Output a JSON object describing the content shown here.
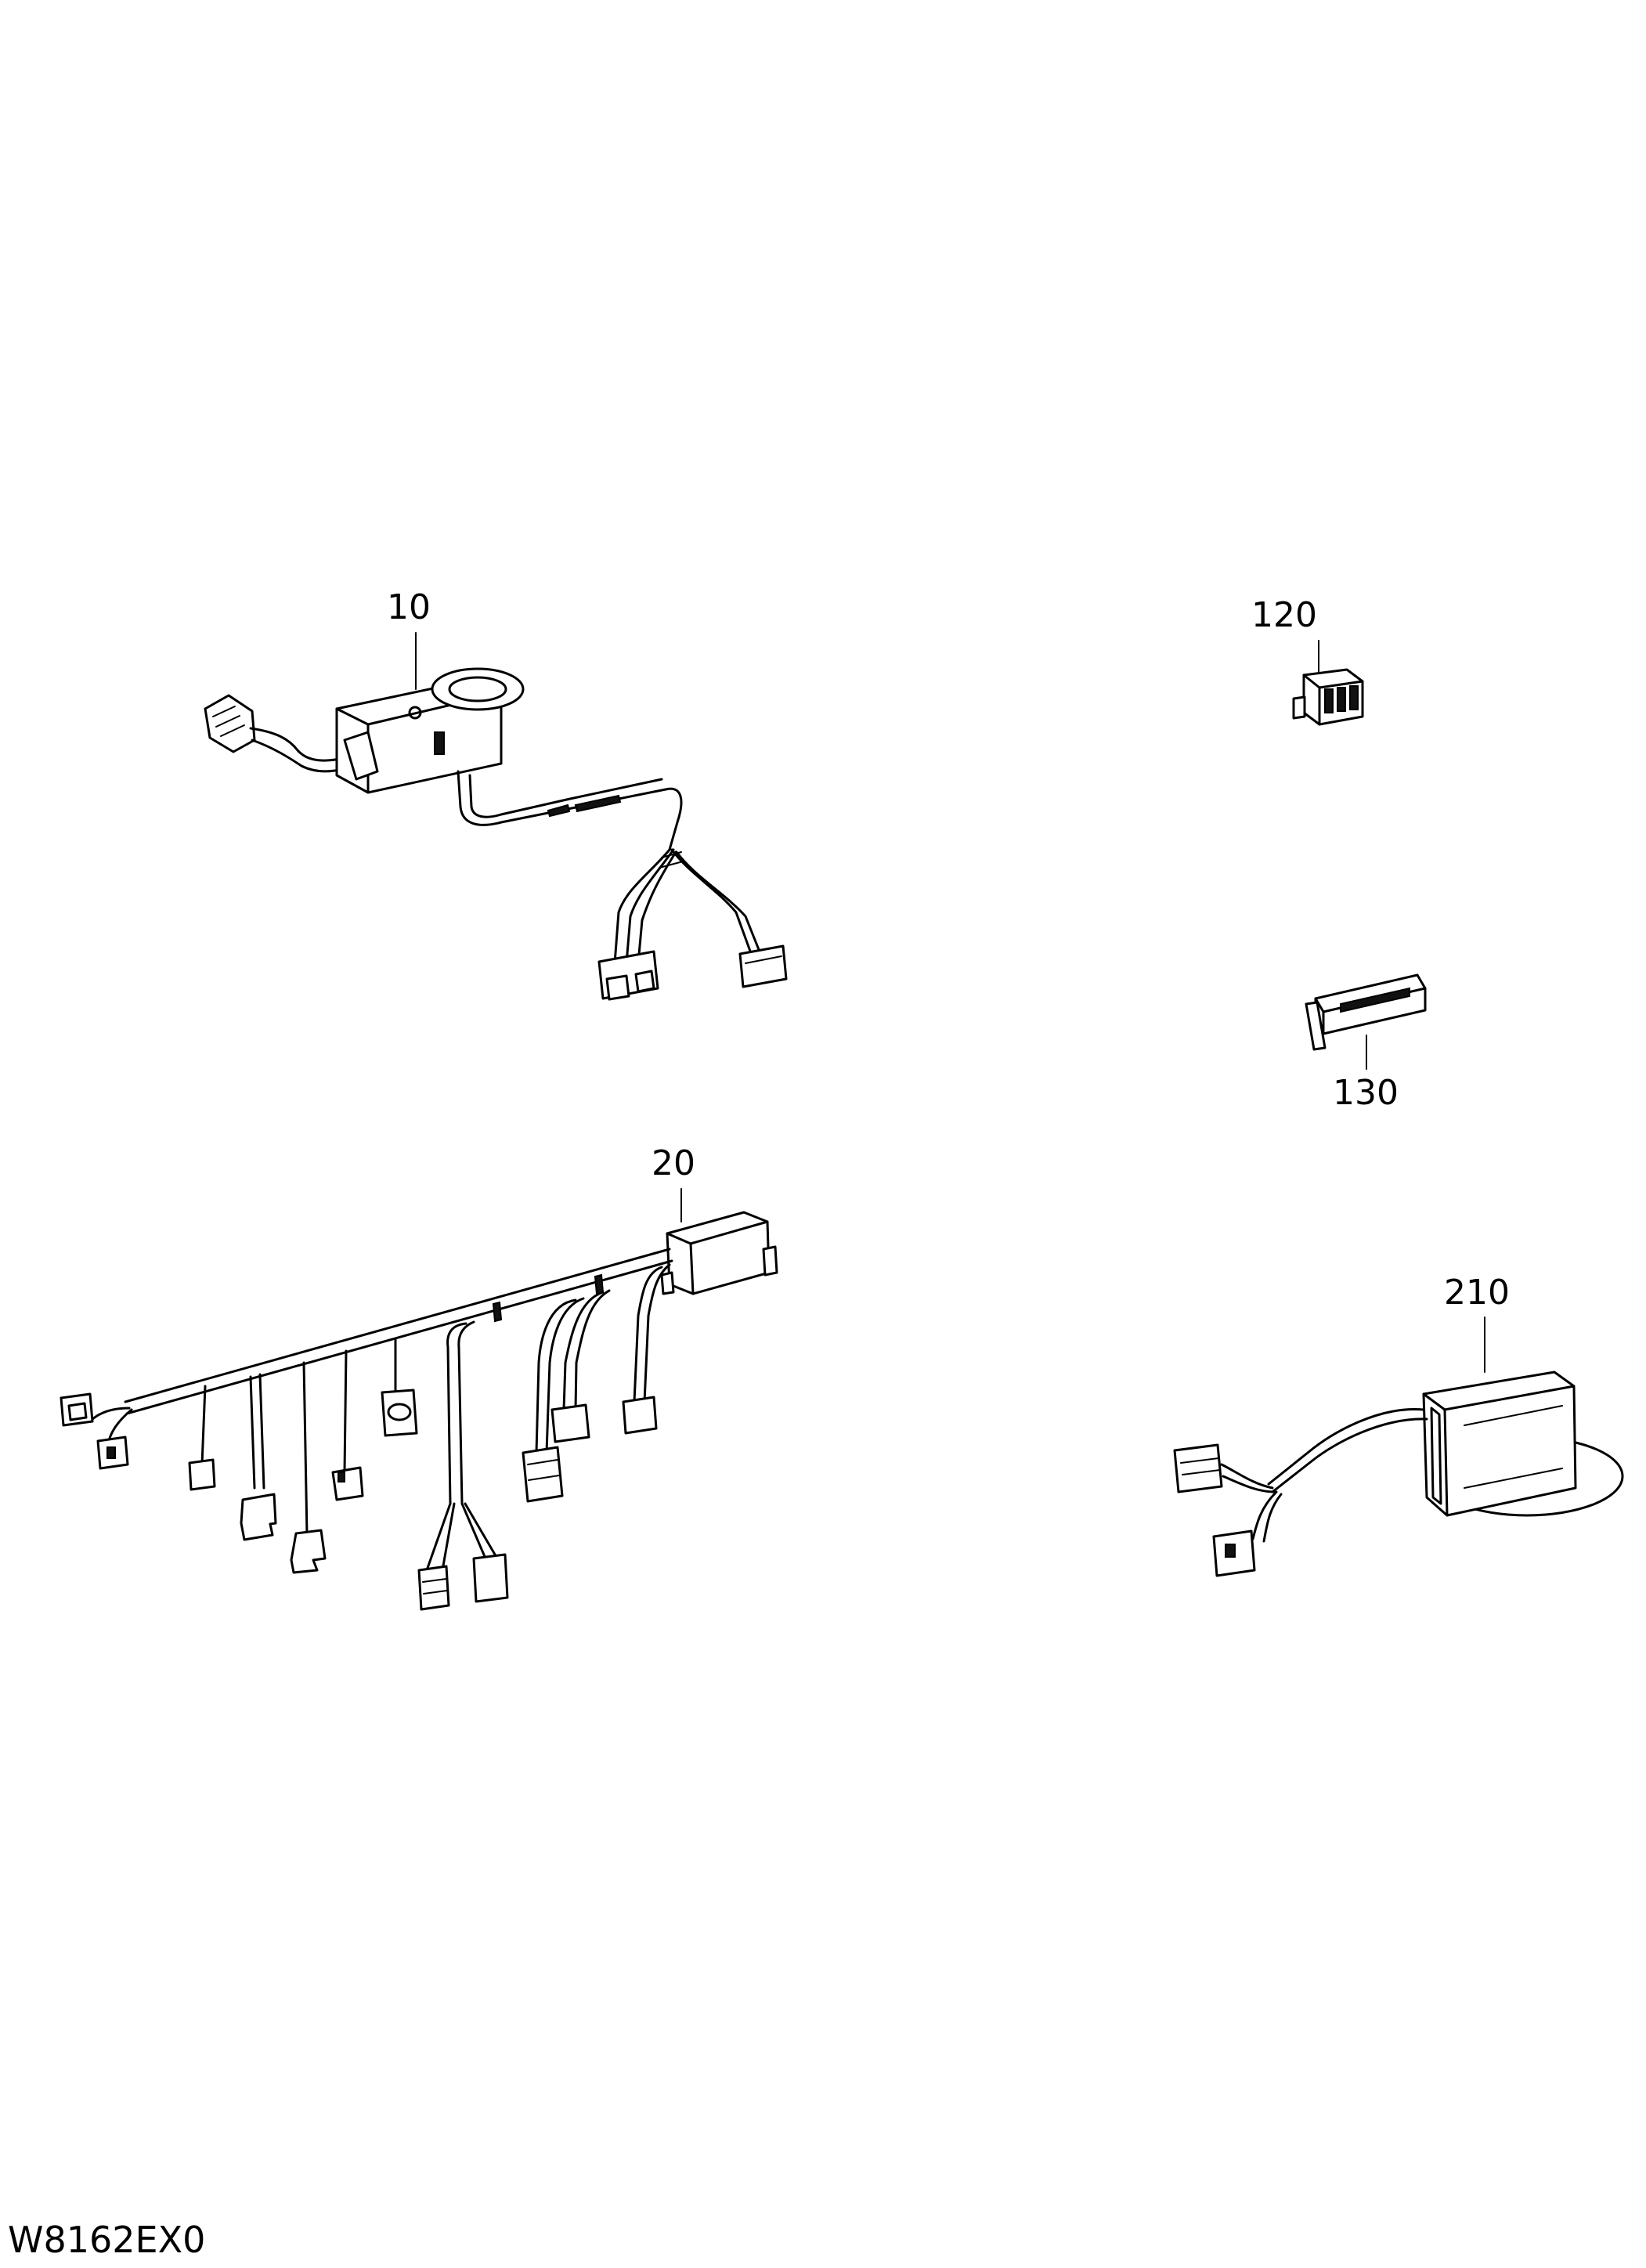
{
  "parts": [
    {
      "id": "p10",
      "label": "10"
    },
    {
      "id": "p20",
      "label": "20"
    },
    {
      "id": "p120",
      "label": "120"
    },
    {
      "id": "p130",
      "label": "130"
    },
    {
      "id": "p210",
      "label": "210"
    }
  ],
  "drawing_code": "W8162EX0"
}
